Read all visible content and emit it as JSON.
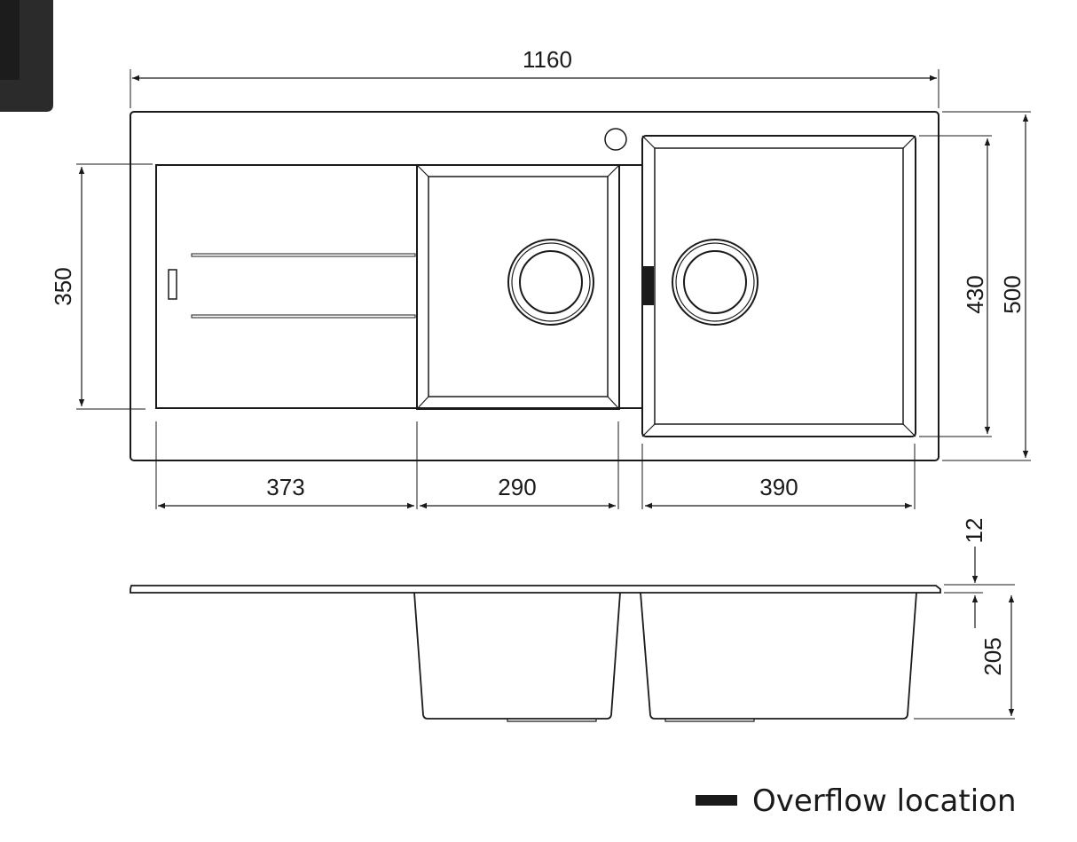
{
  "dimensions": {
    "overall_width": "1160",
    "drainer_depth": "350",
    "drainer_width": "373",
    "small_bowl_width": "290",
    "large_bowl_width": "390",
    "large_bowl_depth": "430",
    "overall_depth": "500",
    "rim_thickness": "12",
    "bowl_depth": "205"
  },
  "legend": {
    "overflow_label": "Overflow location",
    "overflow_color": "#1a1a1a"
  },
  "colors": {
    "line": "#1a1a1a",
    "background": "#ffffff",
    "corner_swatch": "#2b2b2b"
  }
}
